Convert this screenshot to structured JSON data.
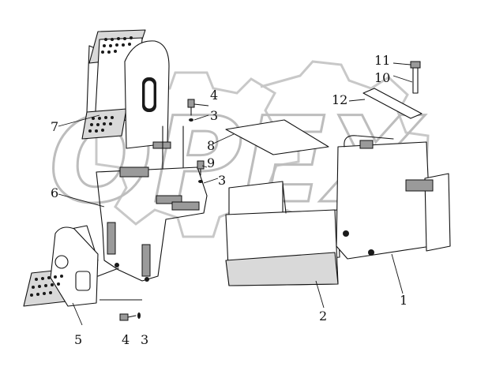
{
  "watermark": {
    "text": "OPEX"
  },
  "callouts": {
    "c1": "1",
    "c2": "2",
    "c3a": "3",
    "c3b": "3",
    "c3c": "3",
    "c4a": "4",
    "c4b": "4",
    "c5": "5",
    "c6": "6",
    "c7": "7",
    "c8": "8",
    "c9": "9",
    "c10": "10",
    "c11": "11",
    "c12": "12"
  }
}
